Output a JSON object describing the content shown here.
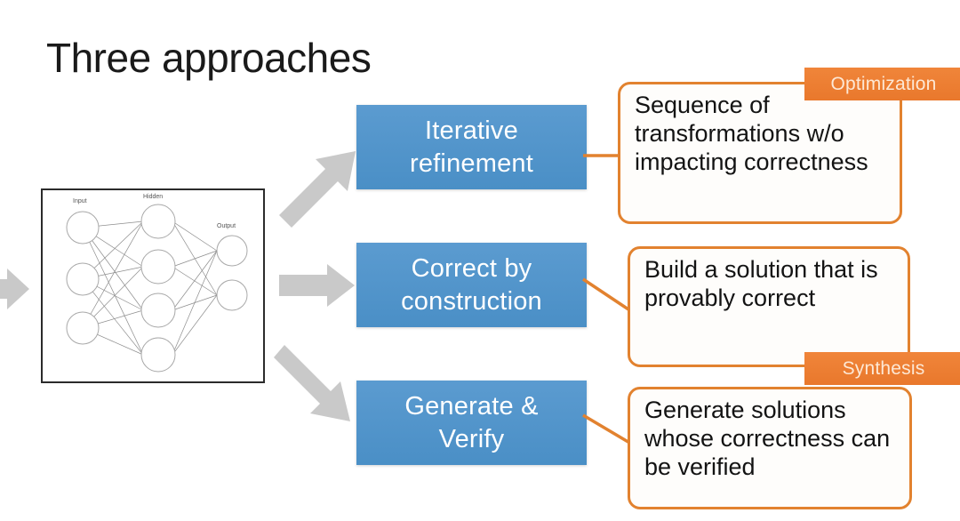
{
  "slide": {
    "title": "Three approaches",
    "background_color": "#ffffff",
    "accent_blue": "#4f94ce",
    "accent_orange": "#e2822f",
    "tag_orange": "#ed7d2c"
  },
  "diagram": {
    "neural_network": {
      "label_input": "Input",
      "label_hidden": "Hidden",
      "label_output": "Output",
      "input_nodes": 3,
      "hidden_nodes": 4,
      "output_nodes": 2
    }
  },
  "approaches": [
    {
      "box_label": "Iterative refinement",
      "box_line1": "Iterative",
      "box_line2": "refinement",
      "description": "Sequence of transformations w/o impacting correctness"
    },
    {
      "box_label": "Correct by construction",
      "box_line1": "Correct by",
      "box_line2": "construction",
      "description": "Build a solution that is provably correct"
    },
    {
      "box_label": "Generate & Verify",
      "box_line1": "Generate &",
      "box_line2": "Verify",
      "description": "Generate solutions whose correctness can be verified"
    }
  ],
  "tags": {
    "optimization": "Optimization",
    "synthesis": "Synthesis"
  }
}
